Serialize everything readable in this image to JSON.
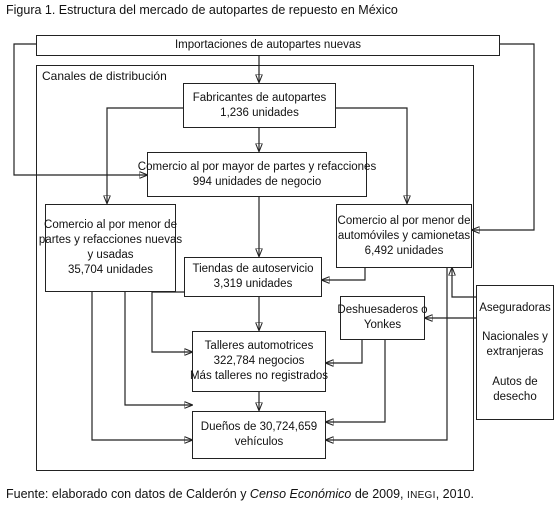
{
  "figure_title": "Figura 1. Estructura del mercado de autopartes de repuesto en México",
  "source": {
    "prefix": "Fuente: elaborado con datos de Calderón y ",
    "italic": "Censo Económico",
    "middle": " de 2009, ",
    "smallcaps": "INEGI",
    "suffix": ", 2010."
  },
  "imports": {
    "label": "Importaciones de autopartes nuevas"
  },
  "channels": {
    "label": "Canales de distribución"
  },
  "manufacturers": {
    "line1": "Fabricantes de autopartes",
    "line2": "1,236  unidades"
  },
  "wholesale": {
    "line1": "Comercio al por mayor de partes y refacciones",
    "line2": "994 unidades de negocio"
  },
  "retail_parts": {
    "line1": "Comercio al por menor de",
    "line2": "partes y refacciones nuevas",
    "line3": "y usadas",
    "line4": "35,704 unidades"
  },
  "retail_cars": {
    "line1": "Comercio al por menor de",
    "line2": "automóviles y camionetas",
    "line3": "6,492 unidades"
  },
  "self_service": {
    "line1": "Tiendas de autoservicio",
    "line2": "3,319 unidades"
  },
  "scrapyards": {
    "line1": "Deshuesaderos o",
    "line2": "Yonkes"
  },
  "workshops": {
    "line1": "Talleres automotrices",
    "line2": "322,784 negocios",
    "line3": "Más talleres no registrados"
  },
  "owners": {
    "line1": "Dueños de 30,724,659",
    "line2": "vehículos"
  },
  "insurers": {
    "line1": "Aseguradoras",
    "line2": "Nacionales y",
    "line3": "extranjeras",
    "line4": "Autos de",
    "line5": "desecho"
  }
}
